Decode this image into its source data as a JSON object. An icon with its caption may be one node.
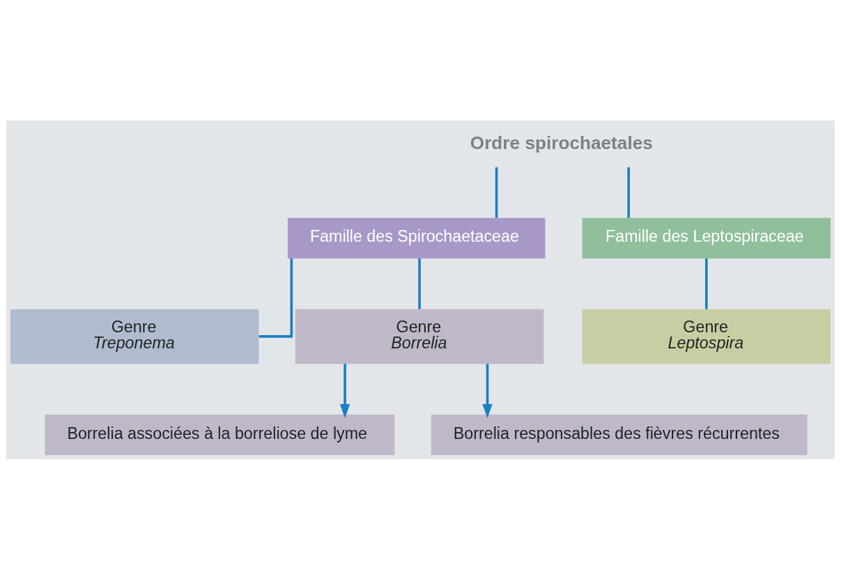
{
  "diagram": {
    "nodes": [
      {
        "text": [
          "Ordre spirochaetales"
        ]
      },
      {
        "text": [
          "Famille des Spirochaetaceae"
        ]
      },
      {
        "text": [
          "Famille des Leptospiraceae"
        ]
      },
      {
        "text": [
          "Genre",
          "Treponema"
        ]
      },
      {
        "text": [
          "Genre",
          "Borrelia"
        ]
      },
      {
        "text": [
          "Genre",
          "Leptospira"
        ]
      },
      {
        "text": [
          "Borrelia associées à la borreliose de lyme"
        ]
      },
      {
        "text": [
          "Borrelia responsables des fièvres récurrentes"
        ]
      }
    ],
    "edges": [
      {
        "from": 0,
        "to": 1,
        "arrow": "none"
      },
      {
        "from": 0,
        "to": 2,
        "arrow": "none"
      },
      {
        "from": 1,
        "to": 3,
        "arrow": "none"
      },
      {
        "from": 1,
        "to": 4,
        "arrow": "none"
      },
      {
        "from": 2,
        "to": 5,
        "arrow": "none"
      },
      {
        "from": 4,
        "to": 6,
        "arrow": "to"
      },
      {
        "from": 4,
        "to": 7,
        "arrow": "to"
      }
    ]
  }
}
